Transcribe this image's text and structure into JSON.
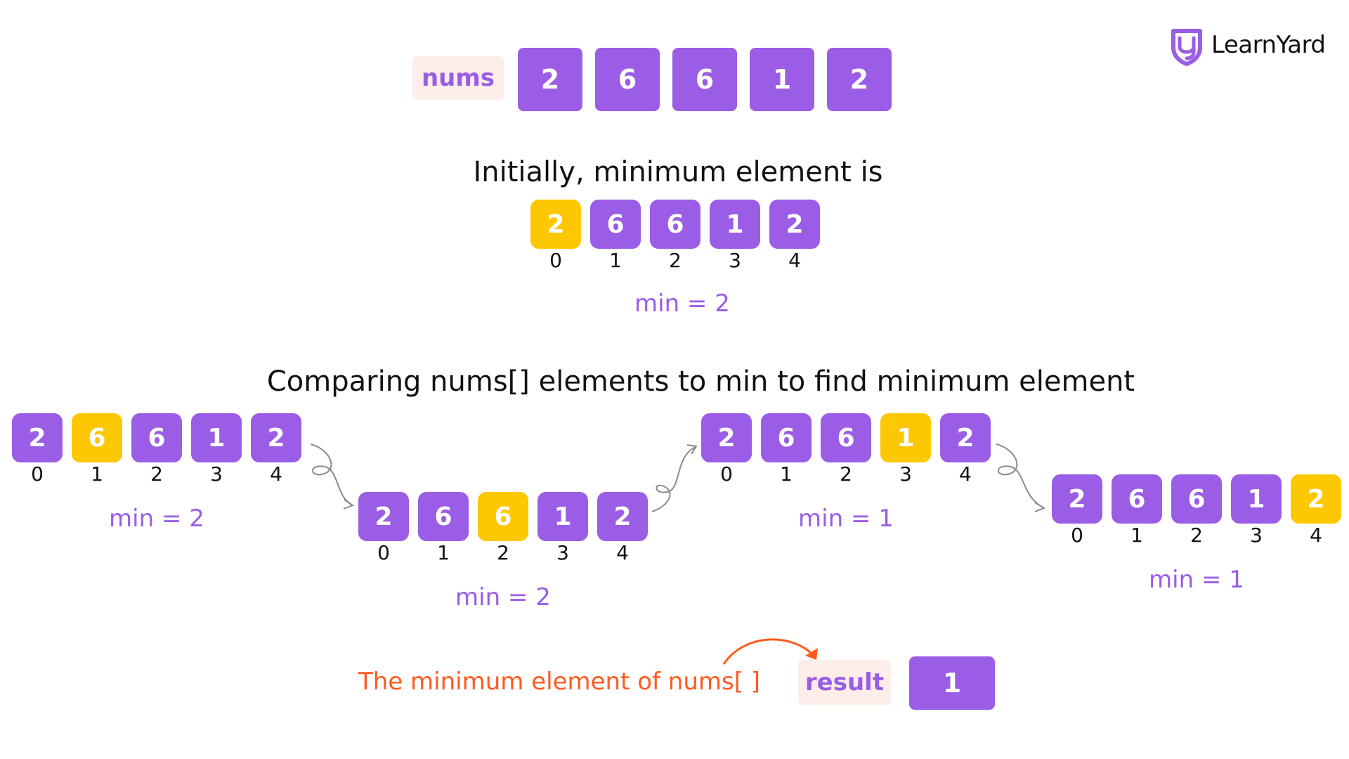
{
  "logo": {
    "text": "LearnYard",
    "icon": "learnyard-shield-icon",
    "color": "#9b5de5"
  },
  "top": {
    "label": "nums",
    "values": [
      "2",
      "6",
      "6",
      "1",
      "2"
    ]
  },
  "initial": {
    "heading": "Initially, minimum element is",
    "values": [
      "2",
      "6",
      "6",
      "1",
      "2"
    ],
    "indices": [
      "0",
      "1",
      "2",
      "3",
      "4"
    ],
    "highlight_index": 0,
    "min_label": "min = 2"
  },
  "comparing": {
    "heading": "Comparing nums[] elements to min to find minimum element",
    "steps": [
      {
        "values": [
          "2",
          "6",
          "6",
          "1",
          "2"
        ],
        "indices": [
          "0",
          "1",
          "2",
          "3",
          "4"
        ],
        "highlight_index": 1,
        "min_label": "min = 2"
      },
      {
        "values": [
          "2",
          "6",
          "6",
          "1",
          "2"
        ],
        "indices": [
          "0",
          "1",
          "2",
          "3",
          "4"
        ],
        "highlight_index": 2,
        "min_label": "min = 2"
      },
      {
        "values": [
          "2",
          "6",
          "6",
          "1",
          "2"
        ],
        "indices": [
          "0",
          "1",
          "2",
          "3",
          "4"
        ],
        "highlight_index": 3,
        "min_label": "min = 1"
      },
      {
        "values": [
          "2",
          "6",
          "6",
          "1",
          "2"
        ],
        "indices": [
          "0",
          "1",
          "2",
          "3",
          "4"
        ],
        "highlight_index": 4,
        "min_label": "min = 1"
      }
    ]
  },
  "result": {
    "note": "The minimum element of nums[ ]",
    "label": "result",
    "value": "1"
  },
  "colors": {
    "purple": "#9b5de5",
    "yellow": "#fdc802",
    "orange": "#ff5a1f",
    "label_bg": "#fdeee9"
  }
}
